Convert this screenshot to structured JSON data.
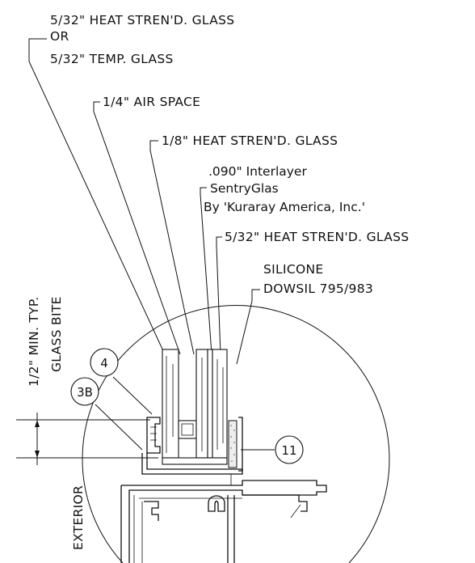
{
  "callouts": {
    "outer_glass_line1": "5/32\" HEAT STREN'D. GLASS",
    "outer_glass_or": "OR",
    "outer_glass_line2": "5/32\" TEMP. GLASS",
    "air_space": "1/4\" AIR SPACE",
    "inner_glass": "1/8\" HEAT STREN'D. GLASS",
    "interlayer_line1": ".090\" Interlayer",
    "interlayer_line2": "SentryGlas",
    "interlayer_line3": "By 'Kuraray America, Inc.'",
    "laminate_glass": "5/32\" HEAT STREN'D. GLASS",
    "silicone_line1": "SILICONE",
    "silicone_line2": "DOWSIL 795/983"
  },
  "dimensions": {
    "bite_min": "1/2\" MIN. TYP.",
    "bite_label": "GLASS BITE"
  },
  "side_label": "EXTERIOR",
  "tags": {
    "t4": "4",
    "t3b": "3B",
    "t11": "11"
  }
}
